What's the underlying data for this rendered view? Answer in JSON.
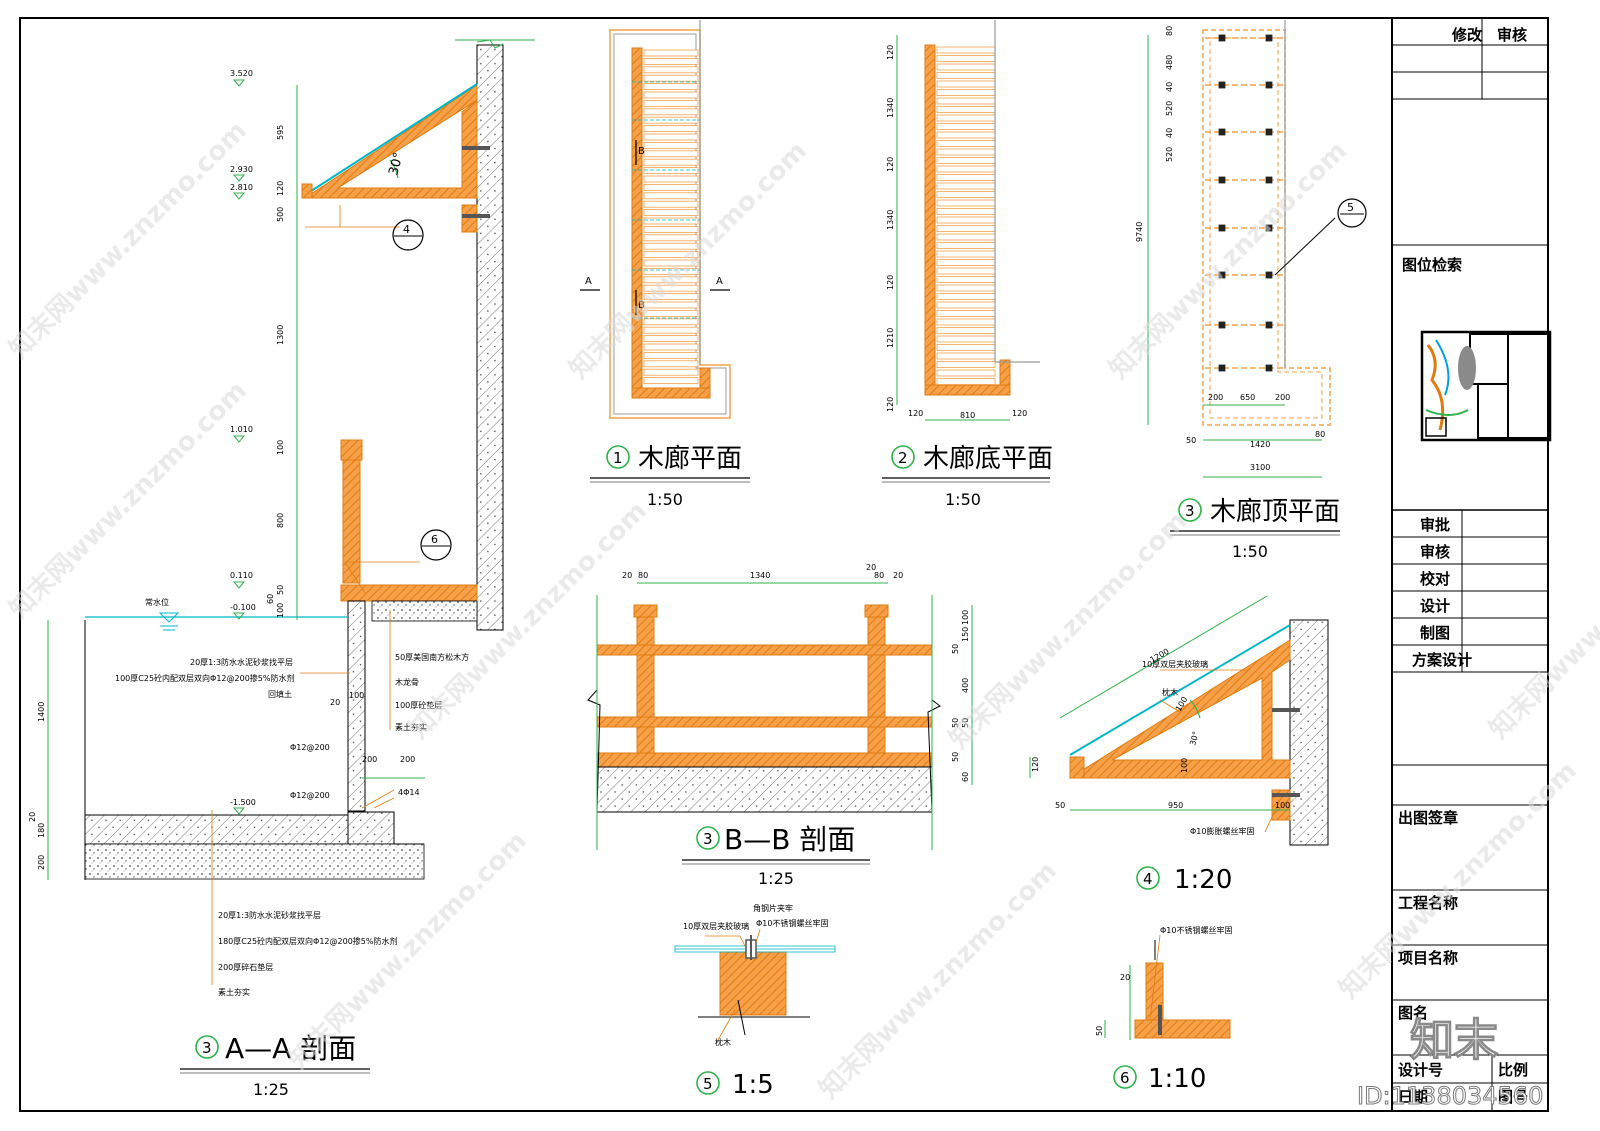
{
  "title_block": {
    "revise": "修改",
    "review": "审核",
    "index_label": "图位检索",
    "sign_rows": [
      "审批",
      "审核",
      "校对",
      "设计",
      "制图",
      "方案设计"
    ],
    "issue_stamp": "出图签章",
    "project_name": "工程名称",
    "item_name": "项目名称",
    "drawing_name": "图名",
    "design_no": "设计号",
    "scale": "比例",
    "date": "日期",
    "sheet_no": "图号"
  },
  "drawings": {
    "plan": {
      "num": "1",
      "title": "木廊平面",
      "scale": "1:50",
      "cut_a": "A",
      "cut_b": "B"
    },
    "bottom": {
      "num": "2",
      "title": "木廊底平面",
      "scale": "1:50"
    },
    "top": {
      "num": "3",
      "title": "木廊顶平面",
      "scale": "1:50",
      "callout": "5"
    },
    "section_bb": {
      "num": "3",
      "title": "B—B 剖面",
      "scale": "1:25"
    },
    "detail4": {
      "num": "4",
      "title": "1:20"
    },
    "section_aa": {
      "num": "3",
      "title": "A—A 剖面",
      "scale": "1:25",
      "callout4": "4",
      "callout6": "6"
    },
    "detail5": {
      "num": "5",
      "title": "1:5"
    },
    "detail6": {
      "num": "6",
      "title": "1:10"
    }
  },
  "notes": {
    "aa_wall": [
      "20厚1:3防水水泥砂浆找平层",
      "100厚C25砼内配双层双向Φ12@200掺5%防水剂",
      "回填土"
    ],
    "aa_floor": [
      "50厚美国南方松木方",
      "木龙骨",
      "100厚砼垫层",
      "素土夯实"
    ],
    "aa_bottom": [
      "20厚1:3防水水泥砂浆找平层",
      "180厚C25砼内配双层双向Φ12@200掺5%防水剂",
      "200厚碎石垫层",
      "素土夯实"
    ],
    "aa_rebar": [
      "Φ12@200",
      "Φ12@200",
      "4Φ14"
    ],
    "water_level": "常水位",
    "d4": [
      "10厚双层夹胶玻璃",
      "枕木",
      "Φ10膨胀螺丝牢固"
    ],
    "d5": [
      "10厚双层夹胶玻璃",
      "角钢片夹牢",
      "Φ10不锈钢螺丝牢固",
      "枕木"
    ],
    "d6": [
      "Φ10不锈钢螺丝牢固"
    ]
  },
  "elevations": [
    "3.520",
    "2.930",
    "2.810",
    "1.010",
    "0.110",
    "-0.100",
    "-1.500"
  ],
  "dims": {
    "aa_right": [
      "595",
      "120",
      "500",
      "1300",
      "100",
      "800",
      "50",
      "60",
      "100"
    ],
    "aa_left": [
      "1400",
      "20",
      "180",
      "200"
    ],
    "aa_misc": [
      "20",
      "100",
      "200",
      "200"
    ],
    "bottom_left": [
      "120",
      "1340",
      "120",
      "1340",
      "120",
      "1210",
      "120"
    ],
    "bottom_below": [
      "120",
      "810",
      "120"
    ],
    "top_left": [
      "80",
      "480",
      "40",
      "520",
      "40",
      "520",
      "9740"
    ],
    "top_below": [
      "200",
      "650",
      "200",
      "1420",
      "80",
      "50",
      "3100"
    ],
    "bb_top": [
      "20",
      "80",
      "1340",
      "20",
      "80",
      "20"
    ],
    "bb_right": [
      "100",
      "150",
      "50",
      "400",
      "50",
      "50",
      "50",
      "60"
    ],
    "d4": [
      "1200",
      "100",
      "30°",
      "100",
      "120",
      "50",
      "950",
      "100"
    ],
    "d6": [
      "20",
      "50"
    ],
    "angle": "30°"
  },
  "stamp": {
    "logo": "知末",
    "id": "ID:1138034560"
  },
  "watermark": "知末网www.znzmo.com"
}
